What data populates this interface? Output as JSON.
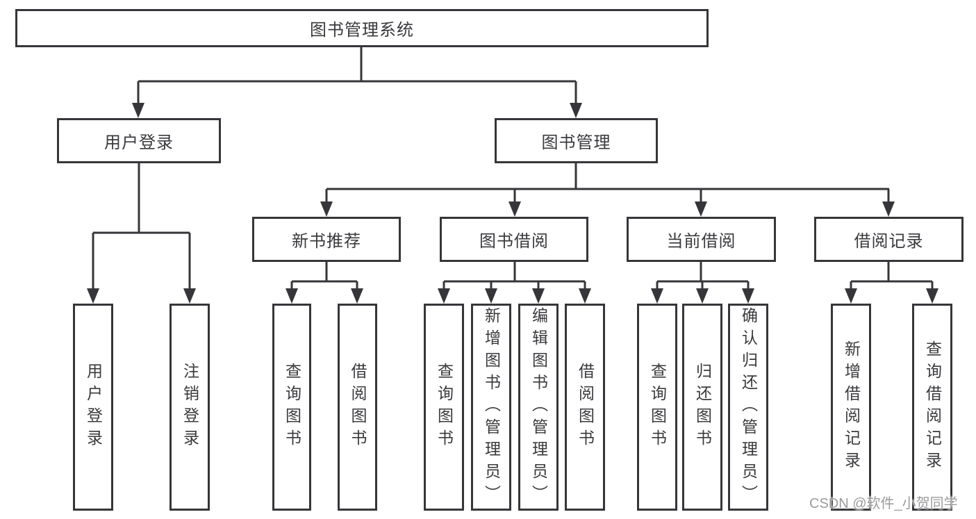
{
  "diagram": {
    "root": {
      "label": "图书管理系统"
    },
    "level2": [
      {
        "label": "用户登录"
      },
      {
        "label": "图书管理"
      }
    ],
    "level3": [
      {
        "label": "新书推荐"
      },
      {
        "label": "图书借阅"
      },
      {
        "label": "当前借阅"
      },
      {
        "label": "借阅记录"
      }
    ],
    "leaves": {
      "user_login": [
        "用户登录",
        "注销登录"
      ],
      "new_book_recommend": [
        "查询图书",
        "借阅图书"
      ],
      "book_borrow": [
        "查询图书",
        "新增图书（管理员）",
        "编辑图书（管理员）",
        "借阅图书"
      ],
      "current_borrow": [
        "查询图书",
        "归还图书",
        "确认归还（管理员）"
      ],
      "borrow_records": [
        "新增借阅记录",
        "查询借阅记录"
      ]
    }
  },
  "watermark": {
    "text": "CSDN @软件_小贺同学"
  },
  "colors": {
    "line": "#36363a",
    "text": "#3a3a3e",
    "watermark": "#9b9b9b",
    "background": "#ffffff"
  }
}
